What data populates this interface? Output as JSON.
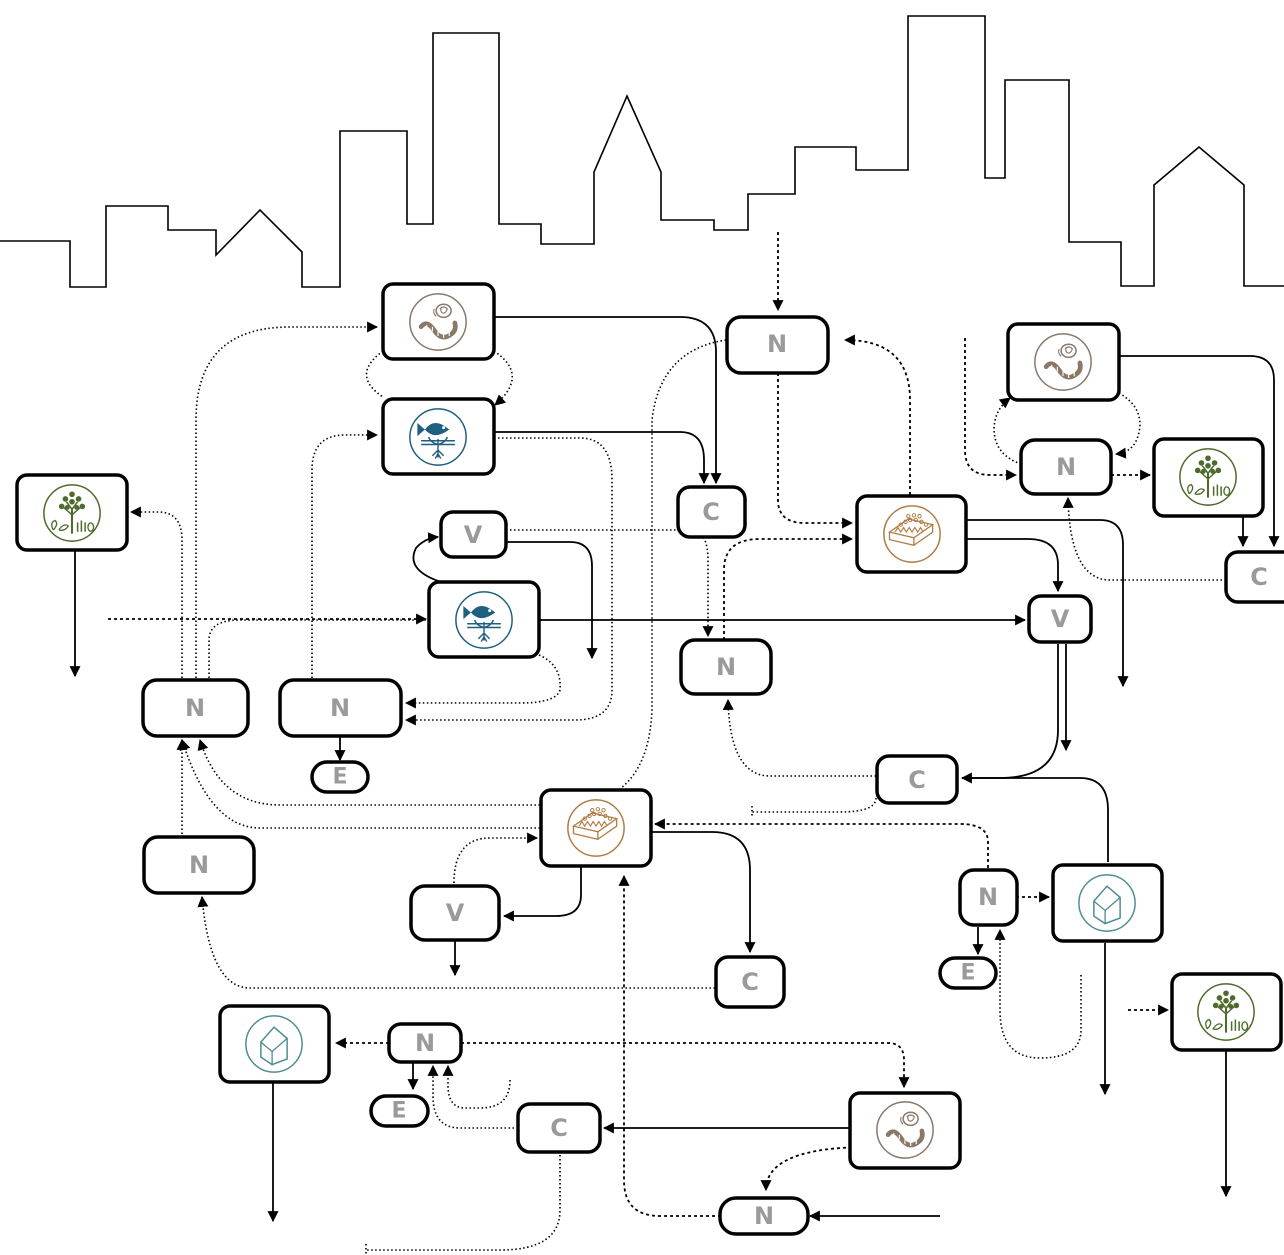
{
  "nodes": {
    "n_top": "N",
    "c_top": "C",
    "v_upper": "V",
    "n_center": "N",
    "v_right": "V",
    "c_middle": "C",
    "n_left1": "N",
    "n_left2": "N",
    "e_left": "E",
    "n_left3": "N",
    "v_lower": "V",
    "c_lower": "C",
    "n_right_top": "N",
    "c_far_right": "C",
    "n_right_mid": "N",
    "e_right": "E",
    "n_bottom_left": "N",
    "e_bottom": "E",
    "c_bottom": "C",
    "n_bottom": "N"
  },
  "icons": {
    "worm_snail": "worm-snail-icon",
    "fish_plant": "fish-plant-icon",
    "soil_bed": "soil-bed-icon",
    "tree_plant": "tree-plant-icon",
    "house": "house-icon"
  },
  "colors": {
    "worm_snail": "#8a7868",
    "fish_plant": "#1f5f80",
    "soil_bed": "#b07d45",
    "tree_plant": "#4d6b2a",
    "house": "#4f8e92",
    "node_label": "#9a9a9a"
  }
}
